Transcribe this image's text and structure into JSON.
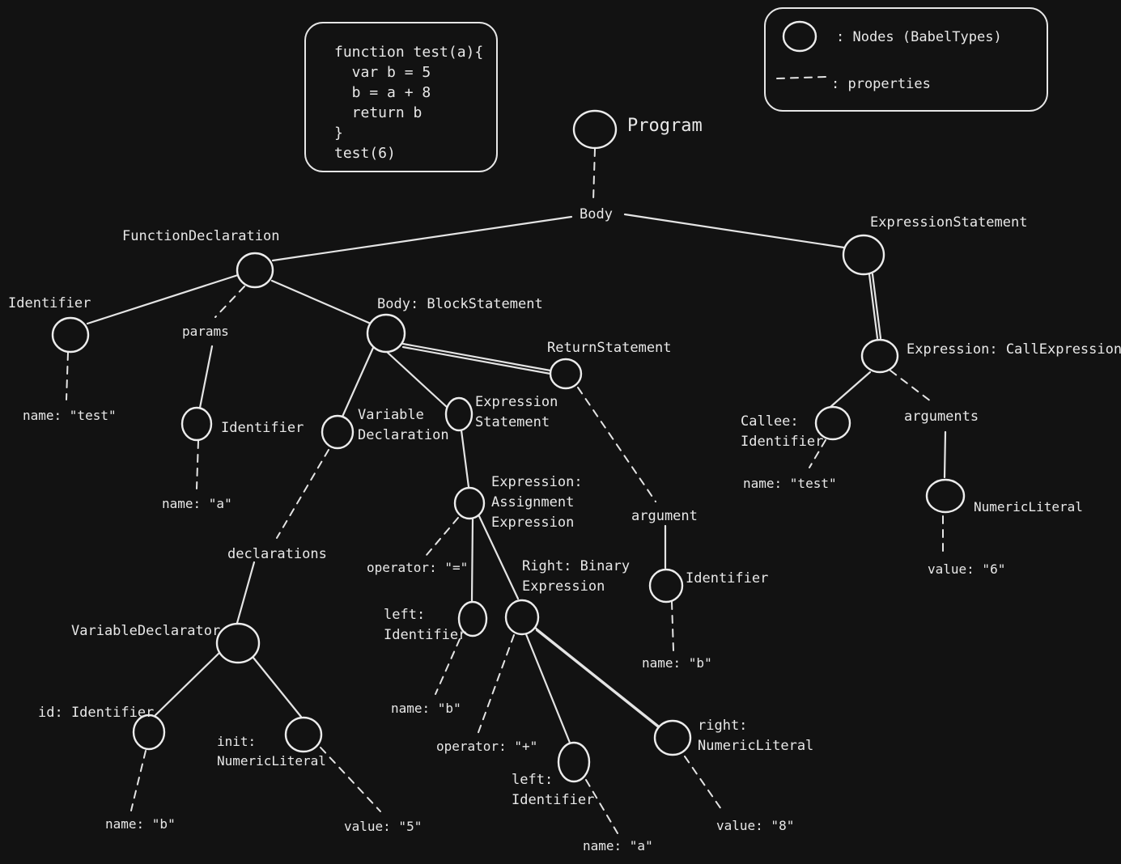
{
  "code": {
    "lines": [
      "function test(a){",
      "  var b = 5",
      "  b = a + 8",
      "  return b",
      "}",
      "test(6)"
    ]
  },
  "legend": {
    "nodes": ": Nodes (BabelTypes)",
    "properties": ": properties"
  },
  "labels": {
    "program": "Program",
    "body": "Body",
    "function_declaration": "FunctionDeclaration",
    "expression_statement_root": "ExpressionStatement",
    "identifier_fn": "Identifier",
    "name_test_fn": "name: \"test\"",
    "params": "params",
    "identifier_param": "Identifier",
    "name_a_param": "name: \"a\"",
    "body_block": "Body: BlockStatement",
    "return_statement": "ReturnStatement",
    "variable_declaration": [
      "Variable",
      "Declaration"
    ],
    "expression_statement_inner": [
      "Expression",
      "Statement"
    ],
    "declarations": "declarations",
    "variable_declarator": "VariableDeclarator",
    "id_identifier": "id: Identifier",
    "name_b_id": "name: \"b\"",
    "init_numeric": [
      "init:",
      "NumericLiteral"
    ],
    "value_5": "value: \"5\"",
    "assignment_expression": [
      "Expression:",
      "Assignment",
      "Expression"
    ],
    "operator_eq": "operator: \"=\"",
    "left_identifier_b": [
      "left:",
      "Identifier"
    ],
    "name_b_left": "name: \"b\"",
    "right_binary": [
      "Right: Binary",
      "Expression"
    ],
    "operator_plus": "operator: \"+\"",
    "left_identifier_a": [
      "left:",
      "Identifier"
    ],
    "name_a_left": "name: \"a\"",
    "right_numeric": [
      "right:",
      "NumericLiteral"
    ],
    "value_8": "value: \"8\"",
    "argument": "argument",
    "identifier_arg": "Identifier",
    "name_b_arg": "name: \"b\"",
    "call_expression": "Expression: CallExpression",
    "callee_identifier": [
      "Callee:",
      "Identifier"
    ],
    "name_test_callee": "name: \"test\"",
    "arguments": "arguments",
    "numeric_literal_arg": "NumericLiteral",
    "value_6": "value: \"6\""
  }
}
